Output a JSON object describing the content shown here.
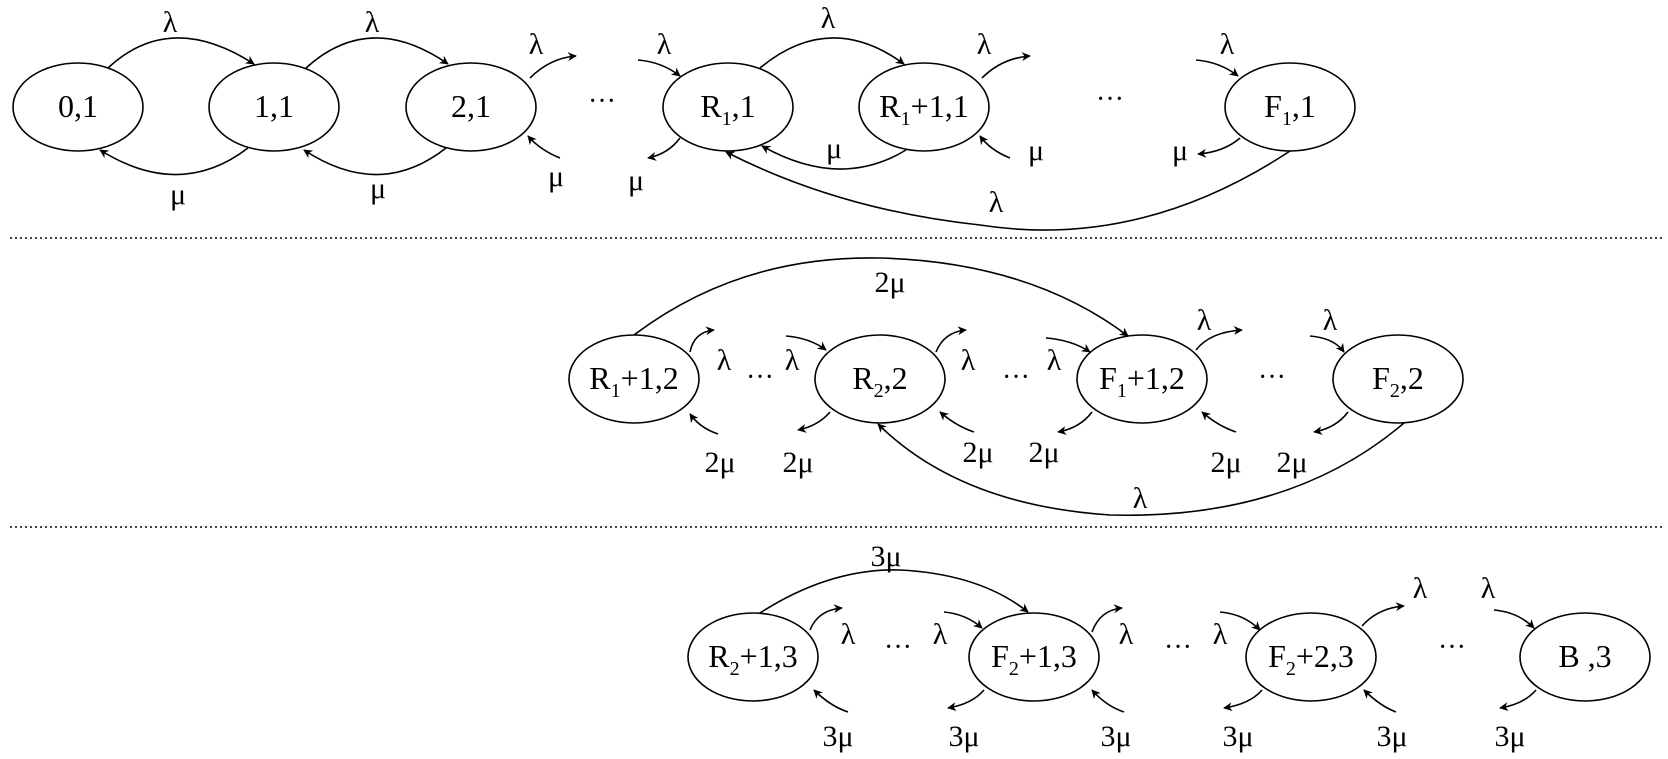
{
  "diagram": {
    "ellipsis": "···",
    "rows": [
      {
        "id": "row1",
        "nodes": [
          {
            "id": "n01",
            "parts": [
              "0,1"
            ]
          },
          {
            "id": "n11",
            "parts": [
              "1,1"
            ]
          },
          {
            "id": "n21",
            "parts": [
              "2,1"
            ]
          },
          {
            "id": "nR1",
            "parts": [
              "R",
              "1",
              ",1"
            ]
          },
          {
            "id": "nR1p1",
            "parts": [
              "R",
              "1",
              "+1,1"
            ]
          },
          {
            "id": "nF1",
            "parts": [
              "F",
              "1",
              ",1"
            ]
          }
        ],
        "labels": {
          "e01_11": "λ",
          "e11_21": "λ",
          "e21_out": "λ",
          "in_R1": "λ",
          "eR1_R1p1": "λ",
          "eR1p1_out": "λ",
          "in_F1": "λ",
          "e11_01": "μ",
          "e21_11": "μ",
          "in_21": "μ",
          "out_R1": "μ",
          "eR1p1_R1": "μ",
          "in_R1p1": "μ",
          "out_F1": "μ",
          "eF1_R1": "λ"
        }
      },
      {
        "id": "row2",
        "nodes": [
          {
            "id": "nR1p12",
            "parts": [
              "R",
              "1",
              "+1,2"
            ]
          },
          {
            "id": "nR22",
            "parts": [
              "R",
              "2",
              ",2"
            ]
          },
          {
            "id": "nF1p12",
            "parts": [
              "F",
              "1",
              "+1,2"
            ]
          },
          {
            "id": "nF22",
            "parts": [
              "F",
              "2",
              ",2"
            ]
          }
        ],
        "labels": {
          "top_2mu": "2μ",
          "out_R1p12": "λ",
          "in_R22": "λ",
          "out_R22": "λ",
          "in_F1p12": "λ",
          "out_F1p12": "λ",
          "in_F22": "λ",
          "in_R1p12": "2μ",
          "out_R22_mu": "2μ",
          "in_R22_mu": "2μ",
          "out_F1p12_mu": "2μ",
          "in_F1p12_mu": "2μ",
          "out_F22_mu": "2μ",
          "eF22_R22": "λ"
        }
      },
      {
        "id": "row3",
        "nodes": [
          {
            "id": "nR2p13",
            "parts": [
              "R",
              "2",
              "+1,3"
            ]
          },
          {
            "id": "nF2p13",
            "parts": [
              "F",
              "2",
              "+1,3"
            ]
          },
          {
            "id": "nF2p23",
            "parts": [
              "F",
              "2",
              "+2,3"
            ]
          },
          {
            "id": "nB3",
            "parts": [
              "B ,3"
            ]
          }
        ],
        "labels": {
          "top_3mu": "3μ",
          "out_R2p13": "λ",
          "in_F2p13": "λ",
          "out_F2p13": "λ",
          "in_F2p23": "λ",
          "out_F2p23": "λ",
          "in_B3": "λ",
          "in_R2p13": "3μ",
          "out_F2p13_mu": "3μ",
          "in_F2p13_mu": "3μ",
          "out_F2p23_mu": "3μ",
          "in_F2p23_mu": "3μ",
          "out_B3_mu": "3μ"
        }
      }
    ]
  }
}
